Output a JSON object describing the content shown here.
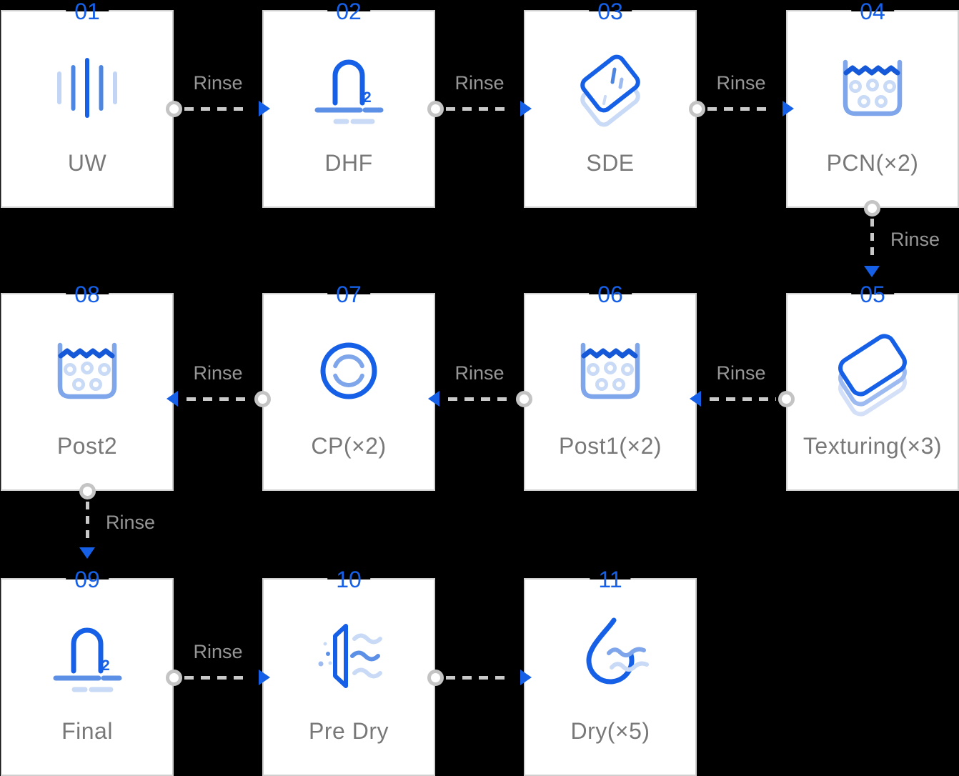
{
  "diagram": {
    "background_color": "#000000",
    "card_background": "#ffffff",
    "card_border_color": "#cfcfcf",
    "accent_blue": "#1560e6",
    "icon_medium_blue": "#5c8fe6",
    "icon_soft_blue": "#7fa6ea",
    "icon_light_blue": "#c9daf6",
    "connector_dash_color": "#c9c9c9",
    "connector_ring_color": "#c4c4c4",
    "label_text_color": "#787878",
    "rinse_text_color": "#969696"
  },
  "steps": [
    {
      "number": "01",
      "label": "UW",
      "icon": "ultrasonic-icon"
    },
    {
      "number": "02",
      "label": "DHF",
      "icon": "hf-bubbler-icon"
    },
    {
      "number": "03",
      "label": "SDE",
      "icon": "wafer-etch-icon"
    },
    {
      "number": "04",
      "label": "PCN(×2)",
      "icon": "rinse-tank-icon"
    },
    {
      "number": "05",
      "label": "Texturing(×3)",
      "icon": "wafer-stack-icon"
    },
    {
      "number": "06",
      "label": "Post1(×2)",
      "icon": "rinse-tank-icon"
    },
    {
      "number": "07",
      "label": "CP(×2)",
      "icon": "cycle-icon"
    },
    {
      "number": "08",
      "label": "Post2",
      "icon": "rinse-tank-icon"
    },
    {
      "number": "09",
      "label": "Final",
      "icon": "hf-bubbler-icon"
    },
    {
      "number": "10",
      "label": "Pre Dry",
      "icon": "air-knife-icon"
    },
    {
      "number": "11",
      "label": "Dry(×5)",
      "icon": "droplet-icon"
    }
  ],
  "connectors": [
    {
      "from": "01",
      "to": "02",
      "direction": "right",
      "label": "Rinse"
    },
    {
      "from": "02",
      "to": "03",
      "direction": "right",
      "label": "Rinse"
    },
    {
      "from": "03",
      "to": "04",
      "direction": "right",
      "label": "Rinse"
    },
    {
      "from": "04",
      "to": "05",
      "direction": "down",
      "label": "Rinse"
    },
    {
      "from": "05",
      "to": "06",
      "direction": "left",
      "label": "Rinse"
    },
    {
      "from": "06",
      "to": "07",
      "direction": "left",
      "label": "Rinse"
    },
    {
      "from": "07",
      "to": "08",
      "direction": "left",
      "label": "Rinse"
    },
    {
      "from": "08",
      "to": "09",
      "direction": "down",
      "label": "Rinse"
    },
    {
      "from": "09",
      "to": "10",
      "direction": "right",
      "label": "Rinse"
    },
    {
      "from": "10",
      "to": "11",
      "direction": "right"
    }
  ]
}
